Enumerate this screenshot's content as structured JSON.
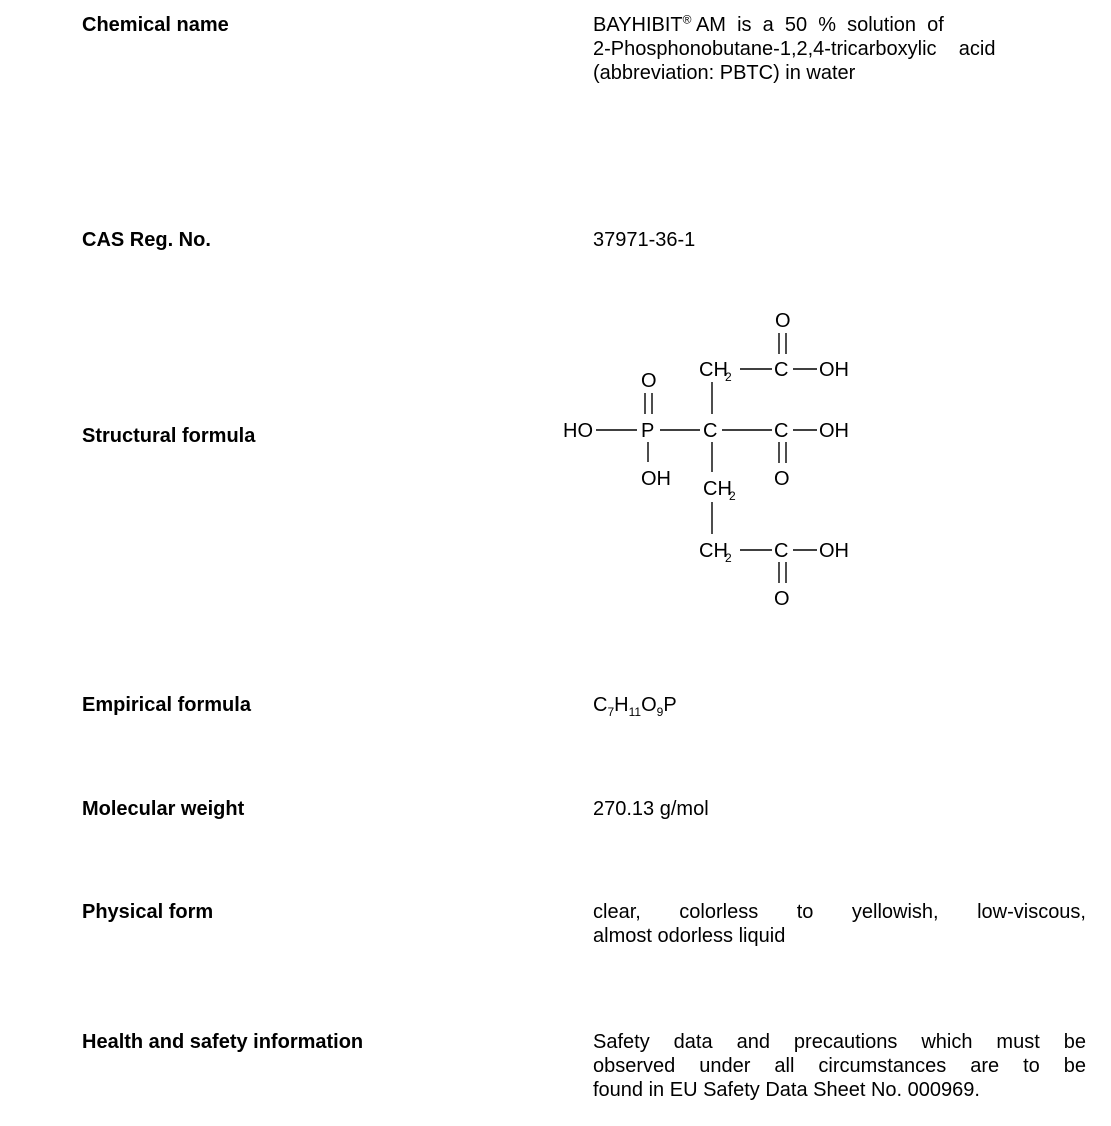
{
  "chemical_name": {
    "label": "Chemical name",
    "product": "BAYHIBIT",
    "reg_mark": "®",
    "line1_rest": " AM  is  a  50  %  solution  of",
    "line2": "2-Phosphonobutane-1,2,4-tricarboxylic    acid",
    "line3": "(abbreviation: PBTC) in water"
  },
  "cas": {
    "label": "CAS Reg. No.",
    "value": "37971-36-1"
  },
  "structural_formula": {
    "label": "Structural formula",
    "atoms": {
      "o": "O",
      "c": "C",
      "p": "P",
      "ho": "HO",
      "oh": "OH",
      "ch": "CH",
      "sub2": "2"
    }
  },
  "empirical_formula": {
    "label": "Empirical formula",
    "parts": [
      "C",
      "7",
      "H",
      "11",
      "O",
      "9",
      "P"
    ]
  },
  "molecular_weight": {
    "label": "Molecular weight",
    "value": "270.13 g/mol"
  },
  "physical_form": {
    "label": "Physical form",
    "line1": "clear, colorless to yellowish, low-viscous,",
    "line2": "almost odorless liquid"
  },
  "health_safety": {
    "label": "Health and safety information",
    "line1": "Safety data and precautions which must be",
    "line2": "observed under all circumstances are to be",
    "line3": "found in EU Safety Data Sheet No. 000969."
  }
}
